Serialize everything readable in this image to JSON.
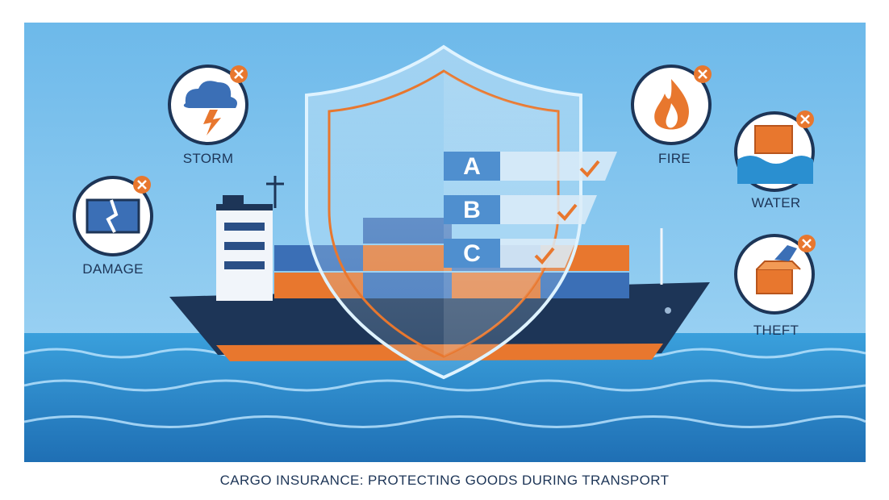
{
  "caption": "CARGO INSURANCE: PROTECTING GOODS DURING TRANSPORT",
  "risks": [
    {
      "label": "STORM",
      "icon": "storm-cloud-icon"
    },
    {
      "label": "DAMAGE",
      "icon": "broken-container-icon"
    },
    {
      "label": "FIRE",
      "icon": "fire-icon"
    },
    {
      "label": "WATER",
      "icon": "flooded-box-icon"
    },
    {
      "label": "THEFT",
      "icon": "theft-hand-box-icon"
    }
  ],
  "coverage_tiers": [
    {
      "letter": "A"
    },
    {
      "letter": "B"
    },
    {
      "letter": "C"
    }
  ],
  "colors": {
    "sky": "#7cc3ee",
    "sea": "#2a8fd0",
    "navy": "#1d3557",
    "orange": "#e8772e",
    "container_blue": "#3b6fb6",
    "check": "#e8772e"
  }
}
